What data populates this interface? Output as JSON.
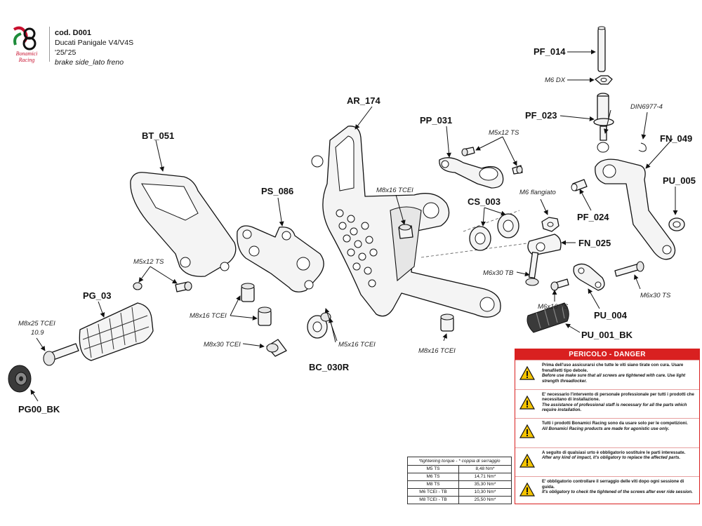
{
  "header": {
    "brand_line1": "Bonamici",
    "brand_line2": "Racing",
    "code": "cod. D001",
    "model": "Ducati Panigale V4/V4S '25/'25",
    "side": "brake side_lato freno"
  },
  "parts": {
    "pf_014": "PF_014",
    "m6_dx": "M6 DX",
    "pf_023": "PF_023",
    "din6977": "DIN6977-4",
    "fn_049": "FN_049",
    "pu_005": "PU_005",
    "pf_024": "PF_024",
    "ar_174": "AR_174",
    "pp_031": "PP_031",
    "m5x12_ts_top": "M5x12 TS",
    "bt_051": "BT_051",
    "ps_086": "PS_086",
    "m8x16_tcei_top": "M8x16 TCEI",
    "m6_flangiato": "M6 flangiato",
    "cs_003": "CS_003",
    "fn_025": "FN_025",
    "m6x30_tb": "M6x30 TB",
    "m5x12_ts_left": "M5x12 TS",
    "pg_03": "PG_03",
    "m8x25_tcei": "M8x25 TCEI",
    "m8x25_grade": "10.9",
    "m8x16_tcei_left": "M8x16 TCEI",
    "m8x30_tcei": "M8x30 TCEI",
    "m5x16_tcei": "M5x16 TCEI",
    "bc_030r": "BC_030R",
    "m8x16_tcei_bottom": "M8x16 TCEI",
    "m6x16_ts": "M6x16 TS",
    "pu_004": "PU_004",
    "m6x30_ts": "M6x30 TS",
    "pu_001_bk": "PU_001_BK",
    "pg00_bk": "PG00_BK"
  },
  "danger": {
    "title": "PERICOLO - DANGER",
    "warnings": [
      {
        "it": "Prima dell'uso assicurarsi che tutte le viti siano tirate con cura. Usare frenafiletti tipo debole.",
        "en": "Before use make sure that all screws are tightened with care. Use light strength threadlocker."
      },
      {
        "it": "E' necessario l'intervento di personale professionale per tutti i prodotti che necessitano di installazione.",
        "en": "The assistance of professional staff is necessary for all the parts which require installation."
      },
      {
        "it": "Tutti i prodotti Bonamici Racing sono da usare solo per le competizioni.",
        "en": "All Bonamici Racing products are made for agonistic use only."
      },
      {
        "it": "A seguito di qualsiasi urto è obbligatorio sostituire le parti interessate.",
        "en": "After any kind of impact, it's obligatory to replace the affected parts."
      },
      {
        "it": "E' obbligatorio controllare il serraggio delle viti dopo ogni sessione di guida.",
        "en": "It's obligatory to check the tightened of the screws after ever ride session."
      }
    ]
  },
  "torque": {
    "header": "*tightening torque - * coppia di serraggio",
    "rows": [
      {
        "bolt": "M5 TS",
        "value": "8,48 Nm*"
      },
      {
        "bolt": "M6 TS",
        "value": "14,71 Nm*"
      },
      {
        "bolt": "M8 TS",
        "value": "35,30 Nm*"
      },
      {
        "bolt": "M6 TCEI - TB",
        "value": "10,30 Nm*"
      },
      {
        "bolt": "M8 TCEI - TB",
        "value": "25,50 Nm*"
      }
    ]
  },
  "colors": {
    "logo_red": "#c8102e",
    "logo_green": "#1e8c3a",
    "danger_red": "#d92020",
    "warning_yellow": "#f5c400"
  }
}
